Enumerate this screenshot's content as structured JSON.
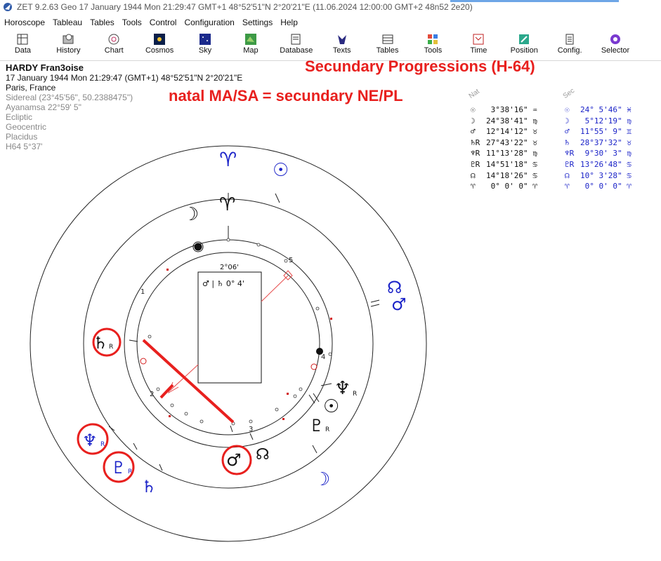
{
  "window": {
    "title": "ZET 9.2.63 Geo   17 January 1944  Mon  21:29:47 GMT+1 48°52'51\"N  2°20'21\"E  (11.06.2024  12:00:00 GMT+2 48n52 2e20)"
  },
  "menu": [
    "Horoscope",
    "Tableau",
    "Tables",
    "Tools",
    "Control",
    "Configuration",
    "Settings",
    "Help"
  ],
  "toolbar": [
    {
      "label": "Data",
      "icon": "data-icon"
    },
    {
      "label": "History",
      "icon": "history-icon"
    },
    {
      "label": "Chart",
      "icon": "chart-icon"
    },
    {
      "label": "Cosmos",
      "icon": "cosmos-icon"
    },
    {
      "label": "Sky",
      "icon": "sky-icon"
    },
    {
      "label": "Map",
      "icon": "map-icon"
    },
    {
      "label": "Database",
      "icon": "database-icon"
    },
    {
      "label": "Texts",
      "icon": "texts-icon"
    },
    {
      "label": "Tables",
      "icon": "tables-icon"
    },
    {
      "label": "Tools",
      "icon": "tools-icon"
    },
    {
      "label": "Time",
      "icon": "time-icon"
    },
    {
      "label": "Position",
      "icon": "position-icon"
    },
    {
      "label": "Config.",
      "icon": "config-icon"
    },
    {
      "label": "Selector",
      "icon": "selector-icon"
    }
  ],
  "info": {
    "name": "HARDY Fran3oise",
    "datetime": "17 January 1944  Mon  21:29:47 (GMT+1) 48°52'51\"N  2°20'21\"E",
    "place": "Paris, France",
    "lines": [
      "Sidereal (23°45'56\", 50.2388475\")",
      "Ayanamsa 22°59' 5\"",
      "Ecliptic",
      "Geocentric",
      "Placidus",
      "H64   5°37'"
    ]
  },
  "annotations": {
    "title": "Secundary Progressions (H-64)",
    "subtitle": "natal MA/SA = secundary NE/PL"
  },
  "tables": {
    "natal_header": "Nat",
    "secondary_header": "Sec",
    "natal": [
      {
        "sym": "☉",
        "val": " 3°38'16\" ♒"
      },
      {
        "sym": "☽",
        "val": "24°38'41\" ♍"
      },
      {
        "sym": "♂",
        "val": "12°14'12\" ♉"
      },
      {
        "sym": "♄R",
        "val": "27°43'22\" ♉"
      },
      {
        "sym": "♆R",
        "val": "11°13'28\" ♍"
      },
      {
        "sym": "♇R",
        "val": "14°51'18\" ♋"
      },
      {
        "sym": "☊",
        "val": "14°18'26\" ♋"
      },
      {
        "sym": "♈",
        "val": " 0° 0' 0\" ♈"
      }
    ],
    "secondary": [
      {
        "sym": "☉",
        "val": "24° 5'46\" ♓"
      },
      {
        "sym": "☽",
        "val": " 5°12'19\" ♍"
      },
      {
        "sym": "♂",
        "val": "11°55' 9\" ♊"
      },
      {
        "sym": "♄",
        "val": "28°37'32\" ♉"
      },
      {
        "sym": "♆R",
        "val": " 9°30' 3\" ♍"
      },
      {
        "sym": "♇R",
        "val": "13°26'48\" ♋"
      },
      {
        "sym": "☊",
        "val": "10° 3'28\" ♋"
      },
      {
        "sym": "♈",
        "val": " 0° 0' 0\" ♈"
      }
    ]
  },
  "wheel": {
    "midpoint_label": "2°06'",
    "aspect_label": "♂ | ♄   0° 4'",
    "house_numbers": [
      "1",
      "2",
      "3",
      "4",
      "5"
    ],
    "natal_glyphs": {
      "aries": "♈",
      "moon": "☽",
      "saturn": "♄",
      "mars": "♂",
      "node": "☊",
      "sun": "☉",
      "neptune": "♆",
      "pluto": "♇",
      "retro": "R"
    },
    "secondary_glyphs": {
      "aries": "♈",
      "sun": "☉",
      "node": "☊",
      "mars": "♂",
      "moon": "☽",
      "saturn": "♄",
      "neptune": "♆",
      "pluto": "♇",
      "retro": "R"
    }
  },
  "colors": {
    "accent_red": "#e8201e",
    "secondary_blue": "#1b23c8",
    "natal_black": "#111111"
  }
}
